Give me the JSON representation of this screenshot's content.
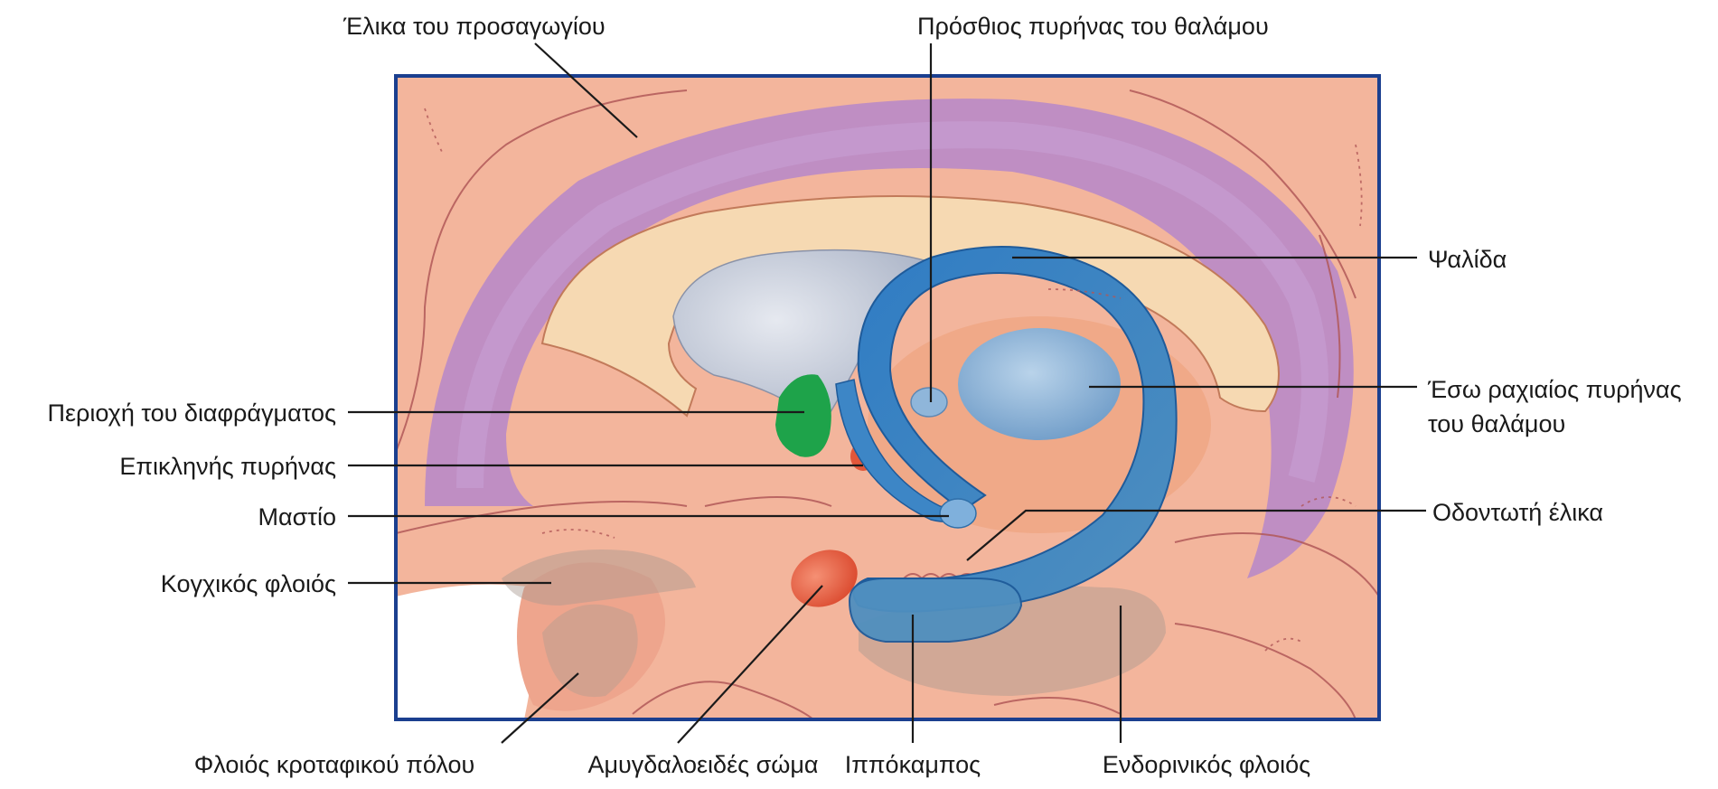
{
  "labels": {
    "cingulate_gyrus": "Έλικα του προσαγωγίου",
    "anterior_thalamic_nucleus": "Πρόσθιος πυρήνας του θαλάμου",
    "fornix": "Ψαλίδα",
    "mediodorsal_nucleus_line1": "Έσω ραχιαίος πυρήνας",
    "mediodorsal_nucleus_line2": "του θαλάμου",
    "septal_area": "Περιοχή του διαφράγματος",
    "habenular_nucleus": "Επικληνής πυρήνας",
    "mammillary_body": "Μαστίο",
    "dentate_gyrus": "Οδοντωτή έλικα",
    "piriform_cortex": "Κογχικός φλοιός",
    "temporal_pole_cortex": "Φλοιός κροταφικού πόλου",
    "amygdala": "Αμυγδαλοειδές σώμα",
    "hippocampus": "Ιππόκαμπος",
    "entorhinal_cortex": "Ενδορινικός φλοιός"
  },
  "colors": {
    "frame": "#1b3f8f",
    "cortex": "#f2b39a",
    "cingulate_purple": "#b98ac8",
    "corpus_callosum": "#f6d8b0",
    "ventricle": "#c9cfdc",
    "fornix_blue": "#3d86c6",
    "thalamus_blue": "#7fa8d0",
    "septal_green": "#1ea34a",
    "nucleus_red": "#e2573a",
    "shadow_gray": "#a99a90"
  }
}
